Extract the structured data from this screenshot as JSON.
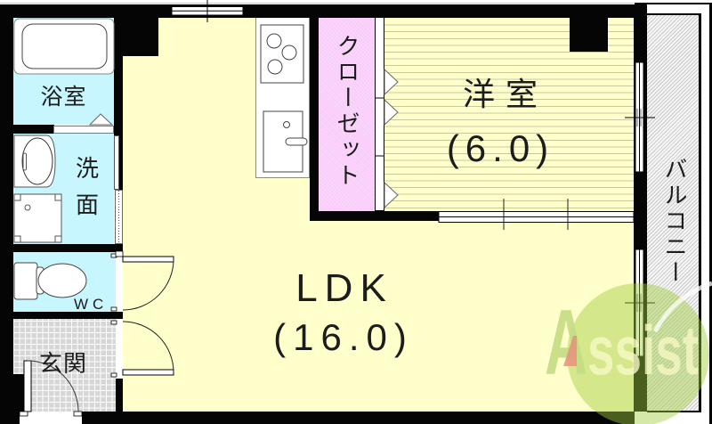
{
  "floor_plan": {
    "rooms": {
      "bath": {
        "label": "浴室"
      },
      "washroom": {
        "label_top": "洗",
        "label_bottom": "面"
      },
      "wc": {
        "label": "WC"
      },
      "entrance": {
        "label": "玄関"
      },
      "ldk": {
        "label": "LDK",
        "size": "(16.0)"
      },
      "western_room": {
        "label": "洋室",
        "size": "(6.0)"
      },
      "closet": {
        "label": "クローゼット"
      },
      "balcony": {
        "label": "バルコニー"
      }
    },
    "fixtures": [
      "bathtub-icon",
      "washbasin-icon",
      "washing-machine-pan-icon",
      "toilet-icon",
      "stove-icon",
      "kitchen-sink-icon"
    ],
    "openings": [
      "top-window",
      "western-room-window",
      "ldk-window",
      "sliding-door",
      "closet-doors",
      "wc-door",
      "entrance-inner-door",
      "front-door"
    ]
  },
  "watermark": {
    "text_first": "A",
    "text_rest": "ssist"
  },
  "colors": {
    "floor_yellow": "#ffffcc",
    "wet_area_cyan": "#c8f6fe",
    "closet_pink": "#f9cdf9",
    "wall_black": "#050505",
    "entrance_tile_grey": "#d6d6d6",
    "balcony_grey": "#e8e8e8",
    "watermark_green": "#9fcb3c",
    "watermark_accent": "#e8907c"
  }
}
